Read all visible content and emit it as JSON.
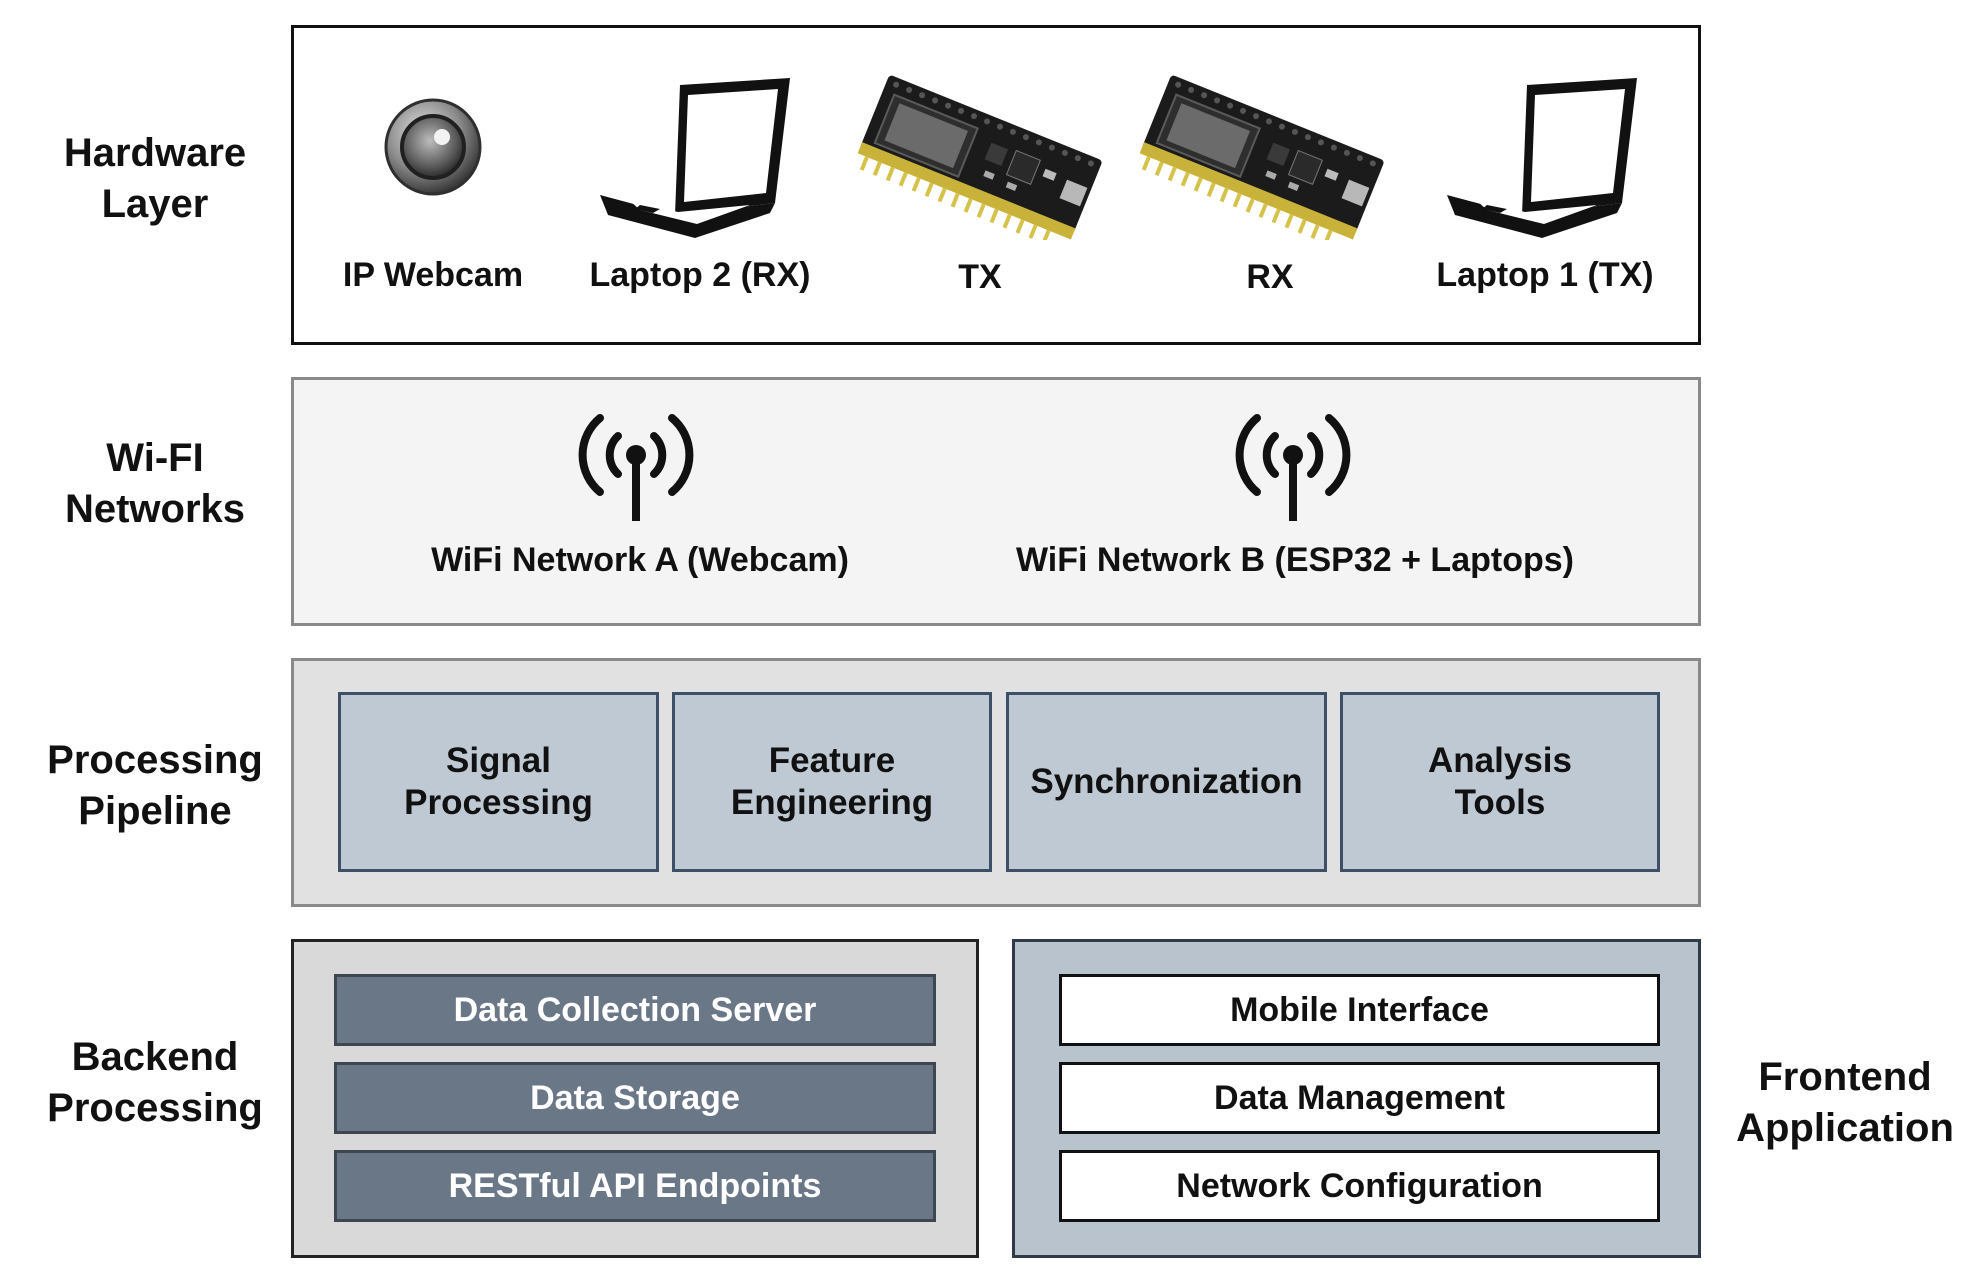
{
  "layers": {
    "hardware": {
      "label": "Hardware\nLayer",
      "devices": [
        {
          "name": "IP Webcam",
          "icon": "webcam-icon"
        },
        {
          "name": "Laptop 2 (RX)",
          "icon": "laptop-icon"
        },
        {
          "name": "TX",
          "icon": "esp32-board-icon"
        },
        {
          "name": "RX",
          "icon": "esp32-board-icon"
        },
        {
          "name": "Laptop 1 (TX)",
          "icon": "laptop-icon"
        }
      ]
    },
    "wifi": {
      "label": "Wi-FI\nNetworks",
      "networks": [
        {
          "name": "WiFi Network A (Webcam)",
          "icon": "antenna-icon"
        },
        {
          "name": "WiFi Network B (ESP32 + Laptops)",
          "icon": "antenna-icon"
        }
      ]
    },
    "processing": {
      "label": "Processing\nPipeline",
      "modules": [
        "Signal\nProcessing",
        "Feature\nEngineering",
        "Synchronization",
        "Analysis\nTools"
      ]
    },
    "backend": {
      "label": "Backend\nProcessing",
      "items": [
        "Data Collection Server",
        "Data Storage",
        "RESTful API Endpoints"
      ]
    },
    "frontend": {
      "label": "Frontend\nApplication",
      "items": [
        "Mobile Interface",
        "Data Management",
        "Network Configuration"
      ]
    }
  },
  "colors": {
    "hardware_bg": "#ffffff",
    "wifi_bg": "#f4f4f4",
    "processing_bg": "#e1e1e1",
    "processing_module": "#bfc9d3",
    "backend_bg": "#d9d9d9",
    "backend_item": "#6a7787",
    "frontend_bg": "#b9c3cd",
    "frontend_item": "#ffffff"
  }
}
